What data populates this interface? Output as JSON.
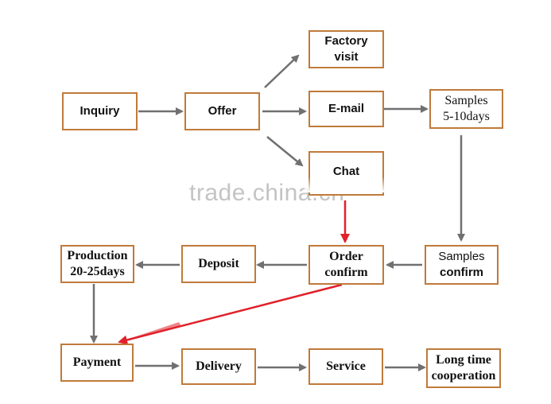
{
  "nodes": {
    "inquiry": "Inquiry",
    "offer": "Offer",
    "factory_visit": [
      "Factory",
      "visit"
    ],
    "email": "E-mail",
    "chat": "Chat",
    "samples_time": [
      "Samples",
      "5-10days"
    ],
    "samples_confirm": [
      "Samples",
      "confirm"
    ],
    "order_confirm": [
      "Order",
      "confirm"
    ],
    "deposit": "Deposit",
    "production": [
      "Production",
      "20-25days"
    ],
    "payment": "Payment",
    "delivery": "Delivery",
    "service": "Service",
    "long_time": [
      "Long time",
      "cooperation"
    ]
  },
  "watermark": "trade.china.cn",
  "colors": {
    "box_border": "#c07a3a",
    "arrow": "#707070",
    "highlight_arrow": "#e0202a",
    "watermark": "#c4c4c4"
  }
}
